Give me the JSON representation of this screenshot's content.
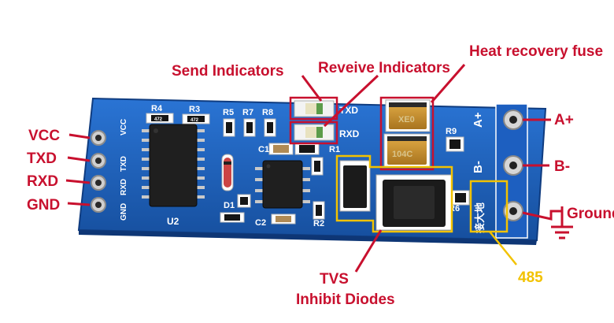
{
  "colors": {
    "callout_red": "#c8102e",
    "callout_yellow": "#f2c200",
    "board_blue": "#1d5fc0",
    "board_edge": "#123f8f",
    "chip_black": "#1c1c1c",
    "tantalum_gold": "#c8922c",
    "pad_silver": "#d6d6d6"
  },
  "labels": {
    "send_indicators": "Send Indicators",
    "receive_indicators": "Reveive Indicators",
    "heat_fuse": "Heat recovery fuse",
    "a_plus": "A+",
    "b_minus": "B-",
    "ground": "Ground",
    "vcc": "VCC",
    "txd": "TXD",
    "rxd": "RXD",
    "gnd": "GND",
    "tvs_line1": "TVS",
    "tvs_line2": "Inhibit Diodes",
    "rs485": "485"
  },
  "silkscreen": {
    "r4": "R4",
    "r3": "R3",
    "r5": "R5",
    "r7": "R7",
    "r8": "R8",
    "r1": "R1",
    "r2": "R2",
    "r9": "R9",
    "r6": "R6",
    "c1": "C1",
    "c2": "C2",
    "d1": "D1",
    "u2": "U2",
    "txd": "TXD",
    "rxd": "RXD",
    "a_plus": "A+",
    "b_minus": "B-",
    "pin_vcc": "VCC",
    "pin_txd": "TXD",
    "pin_rxd": "RXD",
    "pin_gnd": "GND",
    "ground_cn": "接大地",
    "resistor_code": "472",
    "fuse_code_1": "XE0",
    "fuse_code_2": "104C"
  }
}
